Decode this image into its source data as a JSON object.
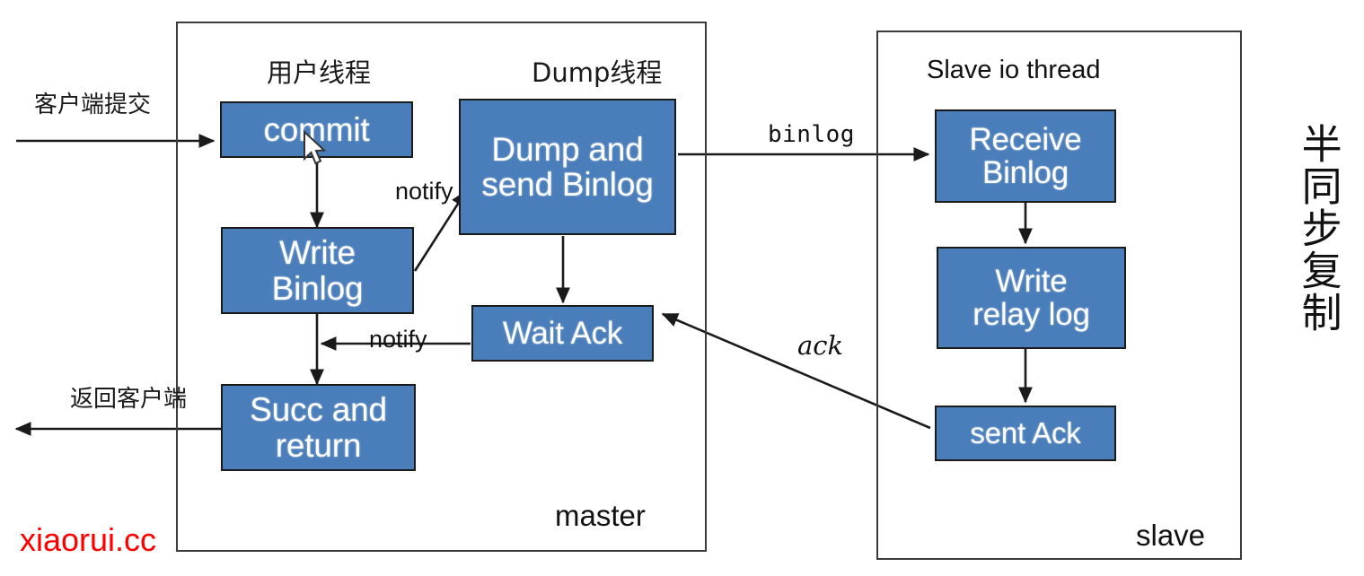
{
  "diagram": {
    "title_vertical": "半同步复制",
    "watermark": "xiaorui.cc",
    "accent_box_color": "#4a7ebb",
    "box_border_color": "#1a1a1a",
    "frame_border_color": "#3a3a3a",
    "watermark_color": "#ff0000",
    "arrow_color": "#1a1a1a"
  },
  "master": {
    "frame_label": "master",
    "lane_user_thread": "用户线程",
    "lane_dump_thread": "Dump线程",
    "inbound_label": "客户端提交",
    "outbound_label": "返回客户端",
    "boxes": {
      "commit": "commit",
      "write_binlog": "Write\nBinlog",
      "dump_send_binlog": "Dump and\nsend Binlog",
      "wait_ack": "Wait Ack",
      "succ_return": "Succ and\nreturn"
    },
    "edges": {
      "notify_to_dump": "notify",
      "notify_to_succ": "notify"
    }
  },
  "slave": {
    "frame_label": "slave",
    "lane_label": "Slave io thread",
    "boxes": {
      "receive_binlog": "Receive\nBinlog",
      "write_relay_log": "Write\nrelay log",
      "sent_ack": "sent Ack"
    }
  },
  "links": {
    "binlog": "binlog",
    "ack": "ack"
  }
}
